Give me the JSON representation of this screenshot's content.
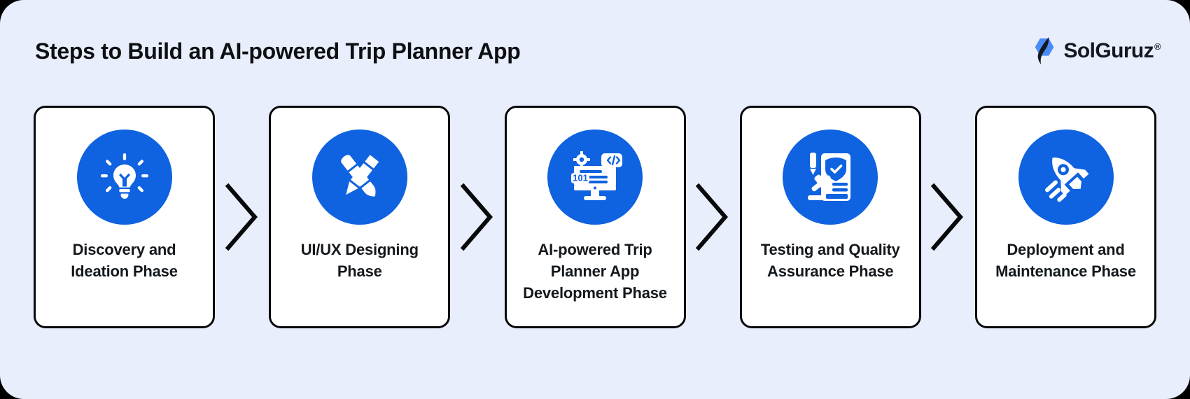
{
  "header": {
    "title": "Steps to Build an AI-powered Trip Planner App",
    "brand": {
      "name": "SolGuruz",
      "registered_mark": "®",
      "mark_icon": "solguruz-hexagon-logo-icon"
    }
  },
  "colors": {
    "page_background": "#000000",
    "panel_background": "#e9eefc",
    "card_background": "#ffffff",
    "card_border": "#08090b",
    "icon_circle": "#0f62e0",
    "icon_glyph": "#ffffff",
    "title_text": "#0d0f12",
    "label_text": "#13181c",
    "brand_accent": "#4a8cf7",
    "brand_dark": "#131820"
  },
  "flow": {
    "connector_icon": "chevron-right-icon",
    "connector_count": 4,
    "steps": [
      {
        "index": 1,
        "label": "Discovery and Ideation Phase",
        "icon": "lightbulb-idea-icon"
      },
      {
        "index": 2,
        "label": "UI/UX Designing Phase",
        "icon": "pen-and-pencil-design-icon"
      },
      {
        "index": 3,
        "label": "AI-powered Trip Planner App Development Phase",
        "icon": "monitor-code-development-icon"
      },
      {
        "index": 4,
        "label": "Testing and Quality Assurance Phase",
        "icon": "document-shield-gavel-qa-icon"
      },
      {
        "index": 5,
        "label": "Deployment and Maintenance Phase",
        "icon": "rocket-launch-icon"
      }
    ]
  }
}
